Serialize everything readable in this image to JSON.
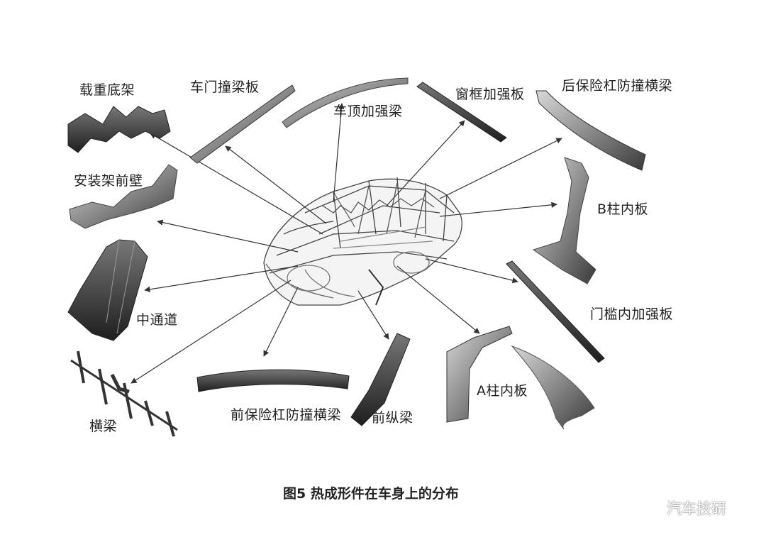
{
  "figure": {
    "caption": "图5 热成形件在车身上的分布"
  },
  "parts": [
    {
      "id": "heavy-load-underframe",
      "label": "载重底架"
    },
    {
      "id": "door-impact-beam",
      "label": "车门撞梁板"
    },
    {
      "id": "roof-reinforcement-beam",
      "label": "车顶加强梁"
    },
    {
      "id": "window-frame-reinforcement",
      "label": "窗框加强板"
    },
    {
      "id": "rear-bumper-beam",
      "label": "后保险杠防撞横梁"
    },
    {
      "id": "front-wall-mount",
      "label": "安装架前壁"
    },
    {
      "id": "b-pillar-inner",
      "label": "B柱内板"
    },
    {
      "id": "center-tunnel",
      "label": "中通道"
    },
    {
      "id": "sill-inner-reinforcement",
      "label": "门槛内加强板"
    },
    {
      "id": "cross-member",
      "label": "横梁"
    },
    {
      "id": "front-bumper-beam",
      "label": "前保险杠防撞横梁"
    },
    {
      "id": "front-longitudinal-beam",
      "label": "前纵梁"
    },
    {
      "id": "a-pillar-inner",
      "label": "A柱内板"
    }
  ],
  "watermark": {
    "text": "汽车技研",
    "icon": "wechat-icon"
  }
}
